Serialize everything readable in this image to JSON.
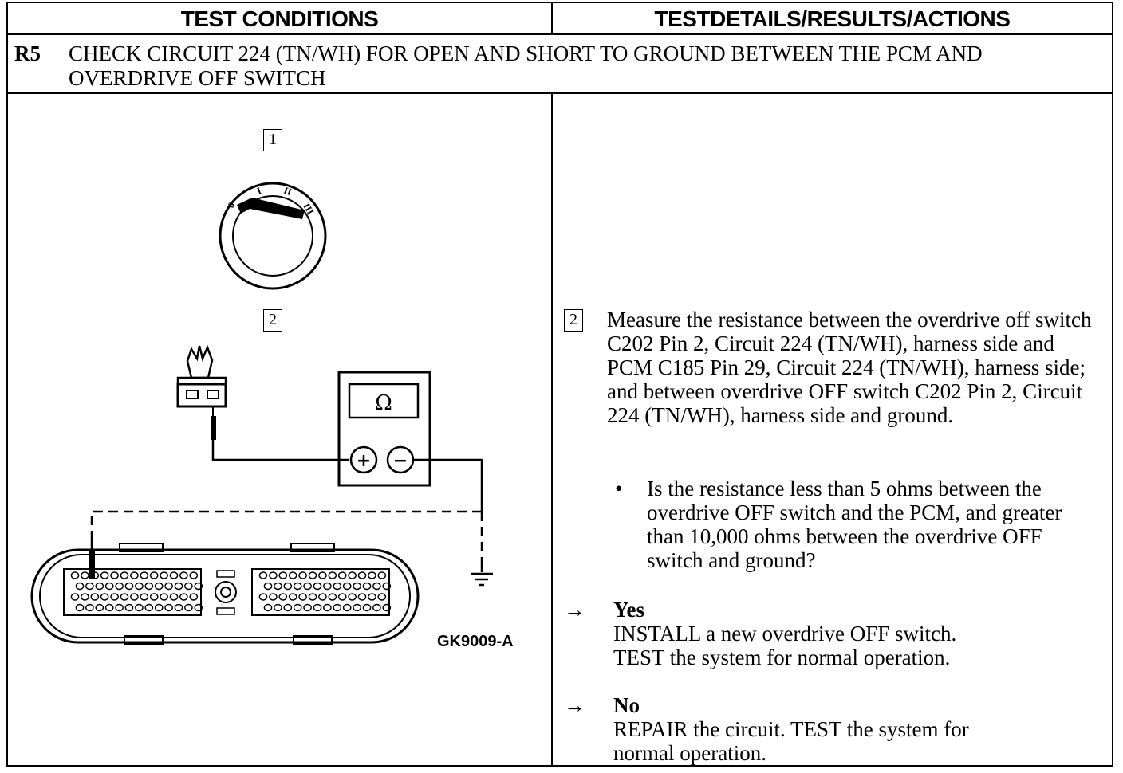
{
  "header": {
    "left": "TEST CONDITIONS",
    "right": "TESTDETAILS/RESULTS/ACTIONS"
  },
  "step": {
    "id": "R5",
    "title": "CHECK CIRCUIT 224 (TN/WH) FOR OPEN AND SHORT TO GROUND BETWEEN THE PCM AND OVERDRIVE OFF SWITCH"
  },
  "figure": {
    "callout_1": "1",
    "callout_2": "2",
    "meter_symbol": "Ω",
    "probe_plus": "+",
    "probe_minus": "−",
    "code": "GK9009-A",
    "ignition_marks": [
      "0",
      "I",
      "II",
      "III"
    ]
  },
  "details": {
    "step_num": "2",
    "instruction": "Measure the resistance between the overdrive off switch C202 Pin 2, Circuit 224 (TN/WH), harness side and PCM C185 Pin 29, Circuit 224 (TN/WH), harness side; and between overdrive OFF switch C202 Pin 2, Circuit 224 (TN/WH), harness side and  ground.",
    "bullet": "•",
    "question": "Is the resistance less than 5 ohms between the overdrive OFF switch and the PCM, and greater than 10,000 ohms between the overdrive OFF switch and ground?",
    "arrow": "→",
    "yes_label": "Yes",
    "yes_text": "INSTALL a new overdrive OFF switch. TEST the system for normal operation.",
    "no_label": "No",
    "no_text": "REPAIR the circuit. TEST the system for normal operation."
  }
}
